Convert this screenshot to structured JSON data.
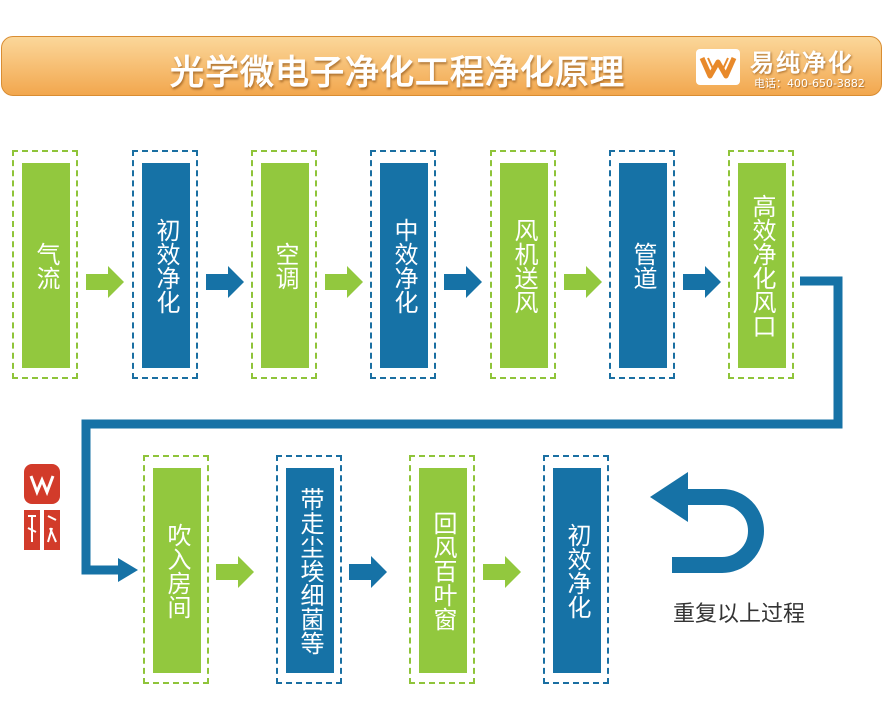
{
  "header": {
    "title": "光学微电子净化工程净化原理",
    "brand": "易纯净化",
    "phone": "电话：400-650-3882"
  },
  "flow": {
    "row1": [
      "气流",
      "初效净化",
      "空调",
      "中效净化",
      "风机送风",
      "管道",
      "高效净化风口"
    ],
    "row2": [
      "吹入房间",
      "带走尘埃细菌等",
      "回风百叶窗",
      "初效净化"
    ]
  },
  "repeat_label": "重复以上过程",
  "colors": {
    "green": "#92c83e",
    "blue": "#1672a6",
    "banner": "#f2a74e"
  }
}
